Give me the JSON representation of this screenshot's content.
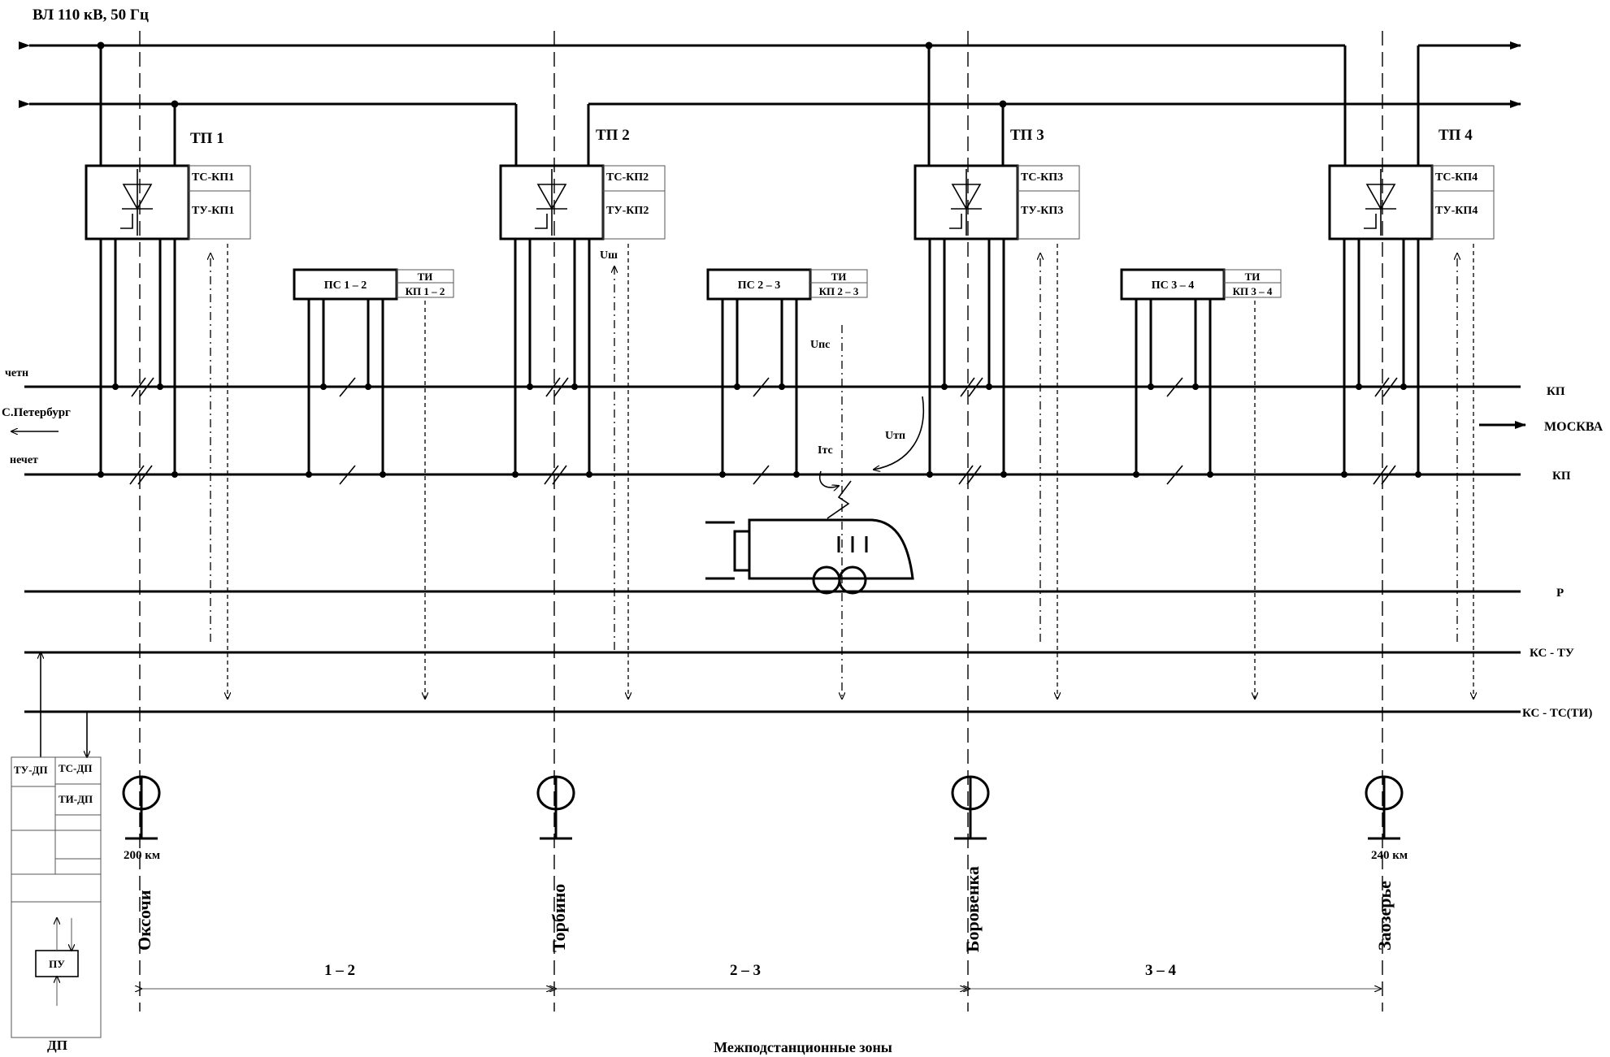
{
  "line_title": "ВЛ 110 кВ, 50 Гц",
  "substations": [
    {
      "name": "ТП 1",
      "ts": "ТС-КП1",
      "tu": "ТУ-КП1"
    },
    {
      "name": "ТП 2",
      "ts": "ТС-КП2",
      "tu": "ТУ-КП2"
    },
    {
      "name": "ТП 3",
      "ts": "ТС-КП3",
      "tu": "ТУ-КП3"
    },
    {
      "name": "ТП 4",
      "ts": "ТС-КП4",
      "tu": "ТУ-КП4"
    }
  ],
  "section_posts": [
    {
      "name": "ПС 1 – 2",
      "ti": "ТИ",
      "kp": "КП 1 – 2"
    },
    {
      "name": "ПС 2 – 3",
      "ti": "ТИ",
      "kp": "КП 2 – 3"
    },
    {
      "name": "ПС 3 – 4",
      "ti": "ТИ",
      "kp": "КП 3 – 4"
    }
  ],
  "track_labels": {
    "even": "четн",
    "odd": "нечет",
    "west": "С.Петербург",
    "east": "МОСКВА",
    "kp_top": "КП",
    "kp_bottom": "КП",
    "rail": "Р",
    "ks_tu": "КС - ТУ",
    "ks_ts": "КС - ТС(ТИ)"
  },
  "measurements": {
    "u_sh": "Uш",
    "u_ps": "Uпс",
    "u_tp": "Uтп",
    "i_tc": "Iтс"
  },
  "dispatch": {
    "tu": "ТУ-ДП",
    "ts": "ТС-ДП",
    "ti": "ТИ-ДП",
    "pu": "ПУ",
    "label": "ДП"
  },
  "stations": [
    {
      "name": "Оксочи"
    },
    {
      "name": "Торбино"
    },
    {
      "name": "Боровенка"
    },
    {
      "name": "Заозерье"
    }
  ],
  "km_marks": [
    "200 км",
    "240 км"
  ],
  "zones": [
    "1 – 2",
    "2 – 3",
    "3 – 4"
  ],
  "zones_caption": "Межподстанционные зоны"
}
